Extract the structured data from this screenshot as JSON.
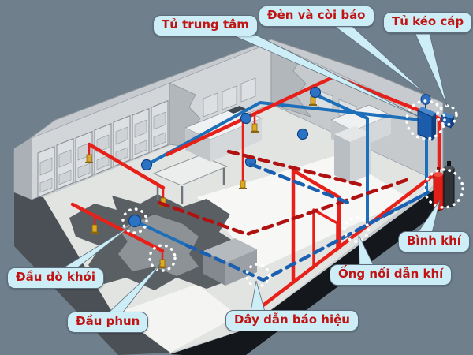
{
  "diagram": {
    "description": "Isometric cutaway illustration of a building fire alarm and gas fire-suppression system",
    "labels": [
      {
        "id": "tu-trung-tam",
        "text": "Tủ trung tâm"
      },
      {
        "id": "den-va-coi-bao",
        "text": "Đèn và còi báo"
      },
      {
        "id": "tu-keo-cap",
        "text": "Tủ kéo cáp"
      },
      {
        "id": "binh-khi",
        "text": "Bình khí"
      },
      {
        "id": "ong-noi-dan-khi",
        "text": "Ống nối dẫn khí"
      },
      {
        "id": "day-dan-bao-hieu",
        "text": "Dây dẫn báo hiệu"
      },
      {
        "id": "dau-phun",
        "text": "Đầu phun"
      },
      {
        "id": "dau-do-khoi",
        "text": "Đầu dò khói"
      }
    ],
    "components": [
      {
        "icon": "control-cabinet-icon",
        "label_ref": "tu-trung-tam"
      },
      {
        "icon": "alarm-bell-light-icon",
        "label_ref": "den-va-coi-bao"
      },
      {
        "icon": "cable-pull-box-icon",
        "label_ref": "tu-keo-cap"
      },
      {
        "icon": "gas-cylinder-icon",
        "label_ref": "binh-khi"
      },
      {
        "icon": "gas-pipe-icon",
        "label_ref": "ong-noi-dan-khi"
      },
      {
        "icon": "signal-wire-icon",
        "label_ref": "day-dan-bao-hieu"
      },
      {
        "icon": "sprinkler-nozzle-icon",
        "label_ref": "dau-phun"
      },
      {
        "icon": "smoke-detector-icon",
        "label_ref": "dau-do-khoi"
      }
    ],
    "colors": {
      "background": "#6f7f8c",
      "bubble_bg": "#cdeef6",
      "bubble_text": "#c01414",
      "bubble_border": "#5e6e7c",
      "pipe_red": "#e7211a",
      "pipe_blue": "#1d6fba",
      "signal_red": "#b01212",
      "signal_blue": "#1b5fb0",
      "sprinkler": "#e0a81e",
      "highlight": "#ffffff"
    }
  }
}
